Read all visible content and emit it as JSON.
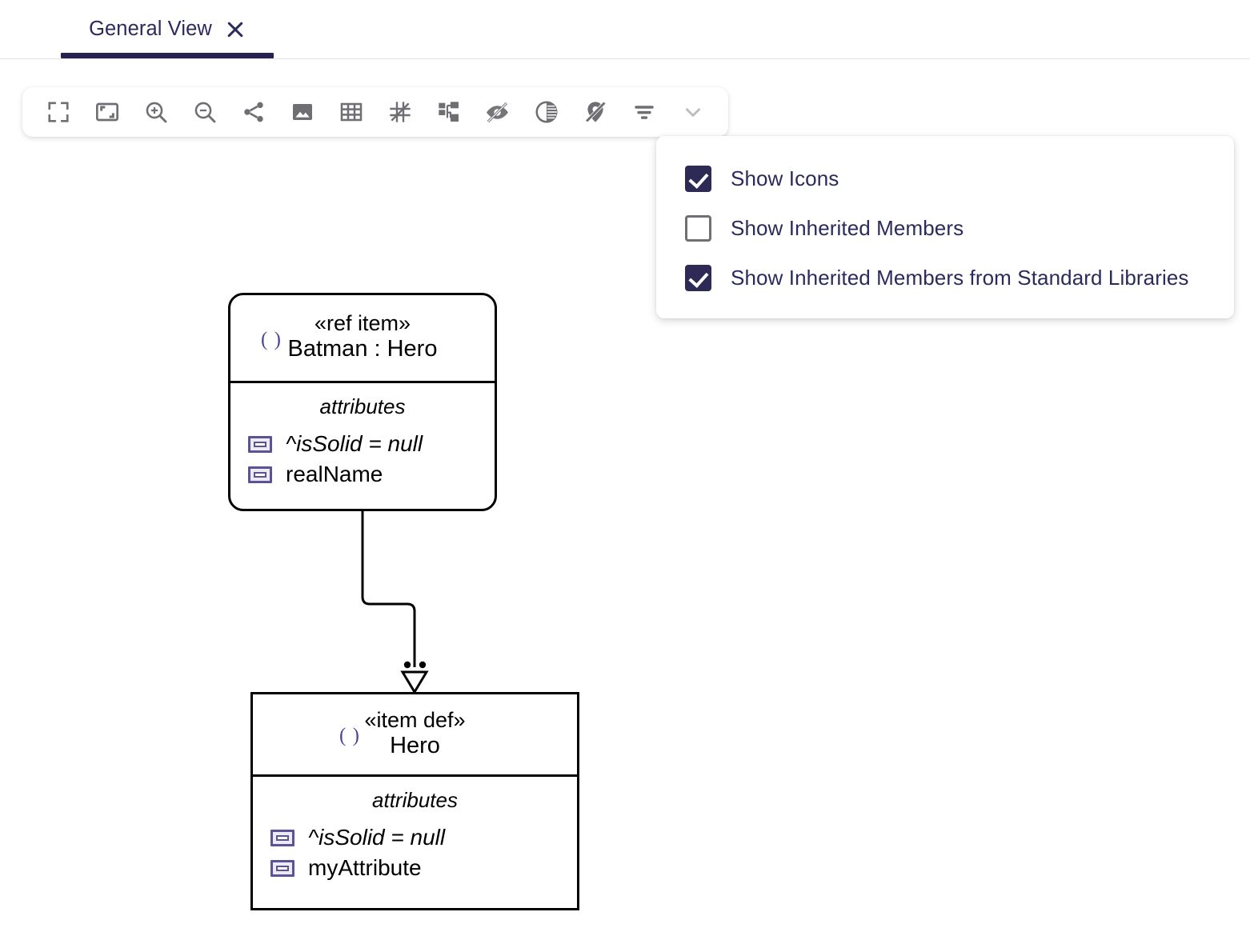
{
  "window": {
    "background_color": "#ffffff"
  },
  "tabbar": {
    "tabs": [
      {
        "label": "General View",
        "active": true,
        "close_icon": "close-icon"
      }
    ]
  },
  "toolbar": {
    "buttons": [
      {
        "name": "fit-to-screen-icon",
        "tooltip": "Fit to Screen"
      },
      {
        "name": "fit-to-window-icon",
        "tooltip": "Fit to Window"
      },
      {
        "name": "zoom-in-icon",
        "tooltip": "Zoom In"
      },
      {
        "name": "zoom-out-icon",
        "tooltip": "Zoom Out"
      },
      {
        "name": "share-icon",
        "tooltip": "Share"
      },
      {
        "name": "export-image-icon",
        "tooltip": "Export as Image"
      },
      {
        "name": "grid-icon",
        "tooltip": "Toggle Grid"
      },
      {
        "name": "snap-to-grid-icon",
        "tooltip": "Snap to Grid"
      },
      {
        "name": "layout-hierarchy-icon",
        "tooltip": "Auto Layout"
      },
      {
        "name": "hide-element-icon",
        "tooltip": "Hide Elements"
      },
      {
        "name": "contrast-icon",
        "tooltip": "Toggle Contrast"
      },
      {
        "name": "hide-label-icon",
        "tooltip": "Hide Labels"
      },
      {
        "name": "filter-icon",
        "tooltip": "Filter Members"
      },
      {
        "name": "chevron-down-icon",
        "tooltip": "More"
      }
    ],
    "icon_color": "#6e6e73",
    "chevron_color": "#b9b9be",
    "background_color": "#ffffff"
  },
  "dropdown": {
    "accent_color": "#2e2a56",
    "text_color": "#2b2a5c",
    "items": [
      {
        "label": "Show Icons",
        "checked": true
      },
      {
        "label": "Show Inherited Members",
        "checked": false
      },
      {
        "label": "Show Inherited Members from Standard Libraries",
        "checked": true
      }
    ]
  },
  "diagram": {
    "nodes": [
      {
        "id": "batman",
        "stereotype": "«ref item»",
        "title": "Batman : Hero",
        "header_icon": "( )",
        "compartment_label": "attributes",
        "members": [
          {
            "text": "^isSolid = null",
            "italic": true,
            "icon": "attribute-icon"
          },
          {
            "text": "realName",
            "italic": false,
            "icon": "attribute-icon"
          }
        ]
      },
      {
        "id": "hero",
        "stereotype": "«item def»",
        "title": "Hero",
        "header_icon": "( )",
        "compartment_label": "attributes",
        "members": [
          {
            "text": "^isSolid = null",
            "italic": true,
            "icon": "attribute-icon"
          },
          {
            "text": "myAttribute",
            "italic": false,
            "icon": "attribute-icon"
          }
        ]
      }
    ],
    "edges": [
      {
        "from": "batman",
        "to": "hero",
        "kind": "featuring-membership",
        "arrowhead": "hollow-triangle",
        "decorators": "two-dots",
        "line_color": "#000000"
      }
    ]
  }
}
